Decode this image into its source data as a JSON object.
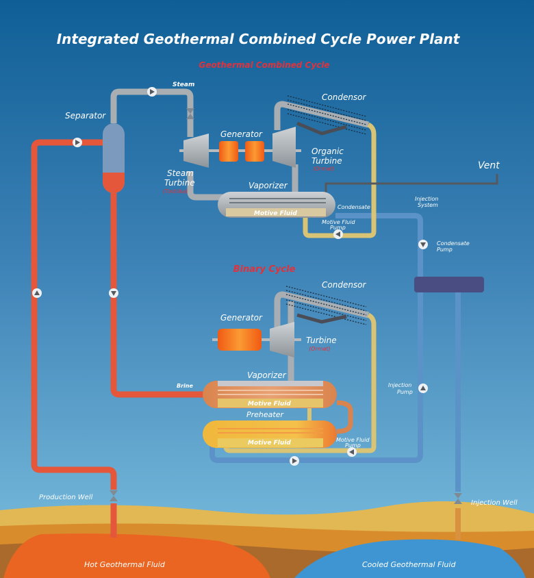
{
  "title": "Integrated Geothermal Combined Cycle Power Plant",
  "sections": {
    "combined_cycle": "Geothermal Combined Cycle",
    "binary_cycle": "Binary Cycle"
  },
  "combined": {
    "steam": "Steam",
    "separator": "Separator",
    "generator": "Generator",
    "condensor": "Condensor",
    "organic_turbine_1": "Organic",
    "organic_turbine_2": "Turbine",
    "organic_turbine_maker": "(Ormat)",
    "steam_turbine_1": "Steam",
    "steam_turbine_2": "Turbine",
    "steam_turbine_maker": "(Toshiba)",
    "vaporizer": "Vaporizer",
    "motive_fluid": "Motive Fluid",
    "condensate": "Condensate",
    "motive_pump_1": "Motive Fluid",
    "motive_pump_2": "Pump",
    "vent": "Vent",
    "injection_system_1": "Injection",
    "injection_system_2": "System",
    "condensate_pump_1": "Condensate",
    "condensate_pump_2": "Pump"
  },
  "binary": {
    "condensor": "Condensor",
    "generator": "Generator",
    "turbine": "Turbine",
    "turbine_maker": "(Ormat)",
    "vaporizer": "Vaporizer",
    "brine": "Brine",
    "motive_fluid_vap": "Motive Fluid",
    "preheater": "Preheater",
    "motive_fluid_pre": "Motive Fluid",
    "motive_pump_1": "Motive Fluid",
    "motive_pump_2": "Pump",
    "injection_pump_1": "Injection",
    "injection_pump_2": "Pump"
  },
  "ground": {
    "production_well": "Production Well",
    "injection_well": "Injection Well",
    "hot_fluid": "Hot Geothermal Fluid",
    "cooled_fluid": "Cooled Geothermal Fluid"
  },
  "colors": {
    "brine": "#e4573a",
    "steam_pipe": "#a9aeb3",
    "motive_fluid": "#d9c374",
    "injection": "#5b92c8",
    "generator": "#f57c1f",
    "label_red": "#e0323c"
  }
}
